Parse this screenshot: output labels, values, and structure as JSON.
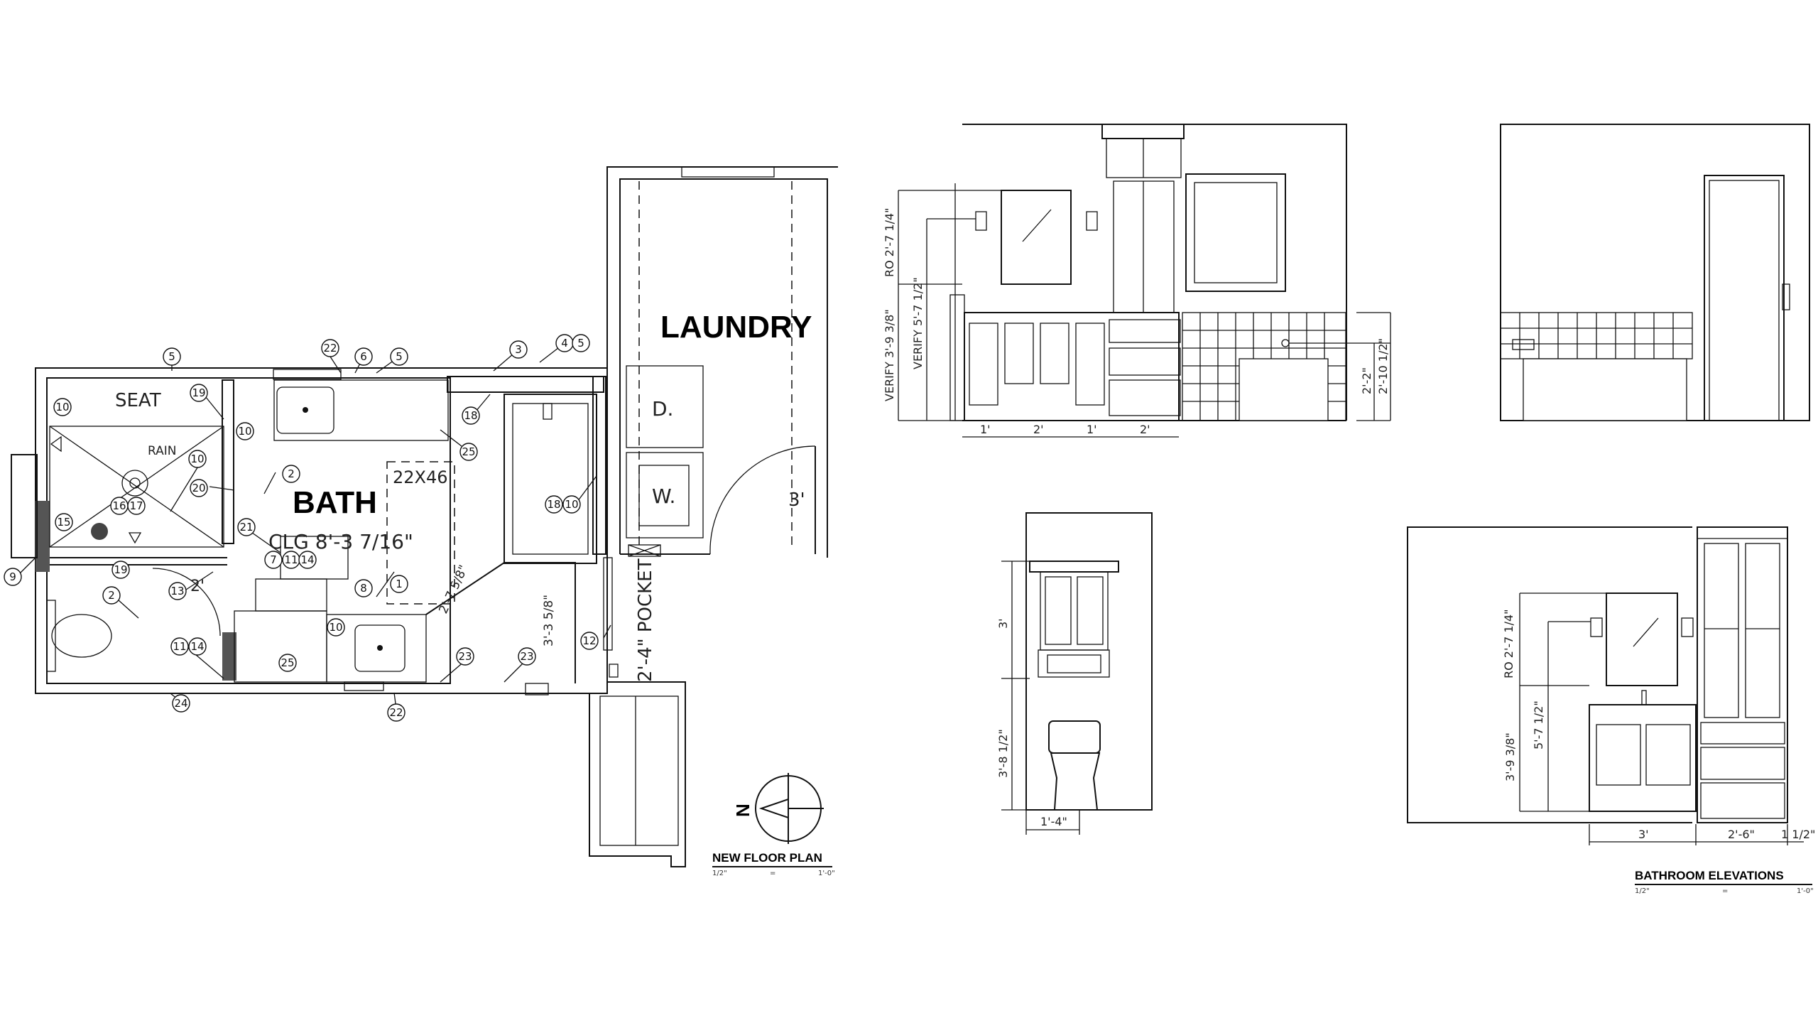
{
  "floor_plan": {
    "rooms": {
      "bath": "BATH",
      "laundry": "LAUNDRY"
    },
    "labels": {
      "seat": "SEAT",
      "rain": "RAIN",
      "vanity_size": "22X46",
      "ceiling": "CLG 8'-3 7/16\"",
      "dryer": "D.",
      "washer": "W.",
      "door_width": "3'",
      "pocket": "2'-4\" POCKET",
      "dim_a": "2'-7 5/8\"",
      "dim_b": "3'-3 5/8\"",
      "dim_c": "2'"
    },
    "title": "NEW FLOOR PLAN",
    "scale_left": "1/2\"",
    "scale_mid": "=",
    "scale_right": "1'-0\"",
    "north": "N",
    "tags": [
      "5",
      "22",
      "6",
      "5",
      "3",
      "4",
      "5",
      "10",
      "19",
      "10",
      "18",
      "25",
      "10",
      "2",
      "20",
      "16",
      "17",
      "15",
      "9",
      "19",
      "21",
      "7",
      "11",
      "14",
      "13",
      "2",
      "11",
      "14",
      "8",
      "1",
      "10",
      "25",
      "24",
      "22",
      "23",
      "23",
      "12",
      "18",
      "10"
    ]
  },
  "elevations": {
    "title": "BATHROOM ELEVATIONS",
    "scale_left": "1/2\"",
    "scale_mid": "=",
    "scale_right": "1'-0\"",
    "a": {
      "ro": "RO 2'-7 1/4\"",
      "verify1": "VERIFY 5'-7 1/2\"",
      "verify2": "VERIFY 3'-9 3/8\"",
      "d1": "1'",
      "d2": "2'",
      "d3": "1'",
      "d4": "2'",
      "r1": "2'-2\"",
      "r2": "2'-10 1/2\""
    },
    "b": {
      "upper": "3'",
      "lower": "3'-8 1/2\"",
      "width": "1'-4\""
    },
    "c": {
      "ro": "RO 2'-7 1/4\"",
      "mid": "5'-7 1/2\"",
      "low": "3'-9 3/8\"",
      "d1": "3'",
      "d2": "2'-6\"",
      "d3": "1 1/2\""
    }
  }
}
